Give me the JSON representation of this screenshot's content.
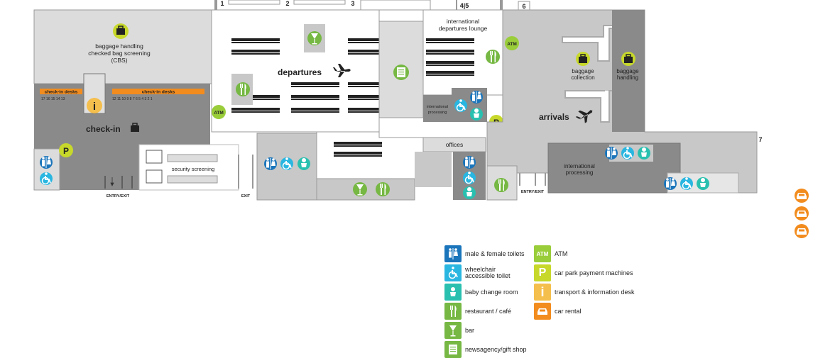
{
  "gates": [
    "1",
    "2",
    "3",
    "4|5",
    "6",
    "7"
  ],
  "areas": {
    "baggage_handling": "baggage handling",
    "checked_bag_screening": "checked bag screening",
    "cbs": "(CBS)",
    "checkin_desks": "check-in desks",
    "checkin": "check-in",
    "checkin_desk_numbers_left": "17 16 15 14 13",
    "checkin_desk_numbers_right": "12 11 10 9 8 7 6 5 4 3 2 1",
    "departures": "departures",
    "intl_departures_lounge_1": "international",
    "intl_departures_lounge_2": "departures lounge",
    "intl_processing_small_1": "international",
    "intl_processing_small_2": "processing",
    "arrivals": "arrivals",
    "baggage_collection_1": "baggage",
    "baggage_collection_2": "collection",
    "baggage_handling_1": "baggage",
    "baggage_handling_2": "handling",
    "offices": "offices",
    "security_screening": "security screening",
    "entry_exit": "ENTRY/EXIT",
    "exit": "EXIT",
    "intl_processing_1": "international",
    "intl_processing_2": "processing"
  },
  "badges": {
    "atm": "ATM",
    "parking": "P",
    "info": "i"
  },
  "legend": [
    {
      "icon": "toilets-icon",
      "label": "male & female toilets",
      "color": "#1b75bb"
    },
    {
      "icon": "atm-icon",
      "label": "ATM",
      "color": "#9acd3a",
      "glyph": "ATM"
    },
    {
      "icon": "wheelchair-icon",
      "label": "wheelchair accessible toilet",
      "color": "#29b6e0"
    },
    {
      "icon": "parking-payment-icon",
      "label": "car park payment machines",
      "color": "#c7d82b",
      "glyph": "P"
    },
    {
      "icon": "baby-change-icon",
      "label": "baby change room",
      "color": "#29c0b0"
    },
    {
      "icon": "info-desk-icon",
      "label": "transport & information desk",
      "color": "#f5bf4d",
      "glyph": "i"
    },
    {
      "icon": "restaurant-icon",
      "label": "restaurant / café",
      "color": "#76b843"
    },
    {
      "icon": "car-rental-icon",
      "label": "car rental",
      "color": "#f28c1e"
    },
    {
      "icon": "bar-icon",
      "label": "bar",
      "color": "#76b843"
    },
    {
      "icon": "newsagency-icon",
      "label": "newsagency/gift shop",
      "color": "#76b843"
    }
  ],
  "colors": {
    "toilets": "#1b75bb",
    "wheelchair": "#29b6e0",
    "baby": "#29c0b0",
    "food": "#76b843",
    "atm": "#9acd3a",
    "parking": "#c7d82b",
    "info": "#f5bf4d",
    "car_rental": "#f28c1e",
    "checkin_bar": "#f28c1e",
    "dark_floor": "#8a8a8a",
    "mid_floor": "#c8c8c8",
    "light_floor": "#dcdcdc",
    "outline": "#9a9a9a"
  }
}
